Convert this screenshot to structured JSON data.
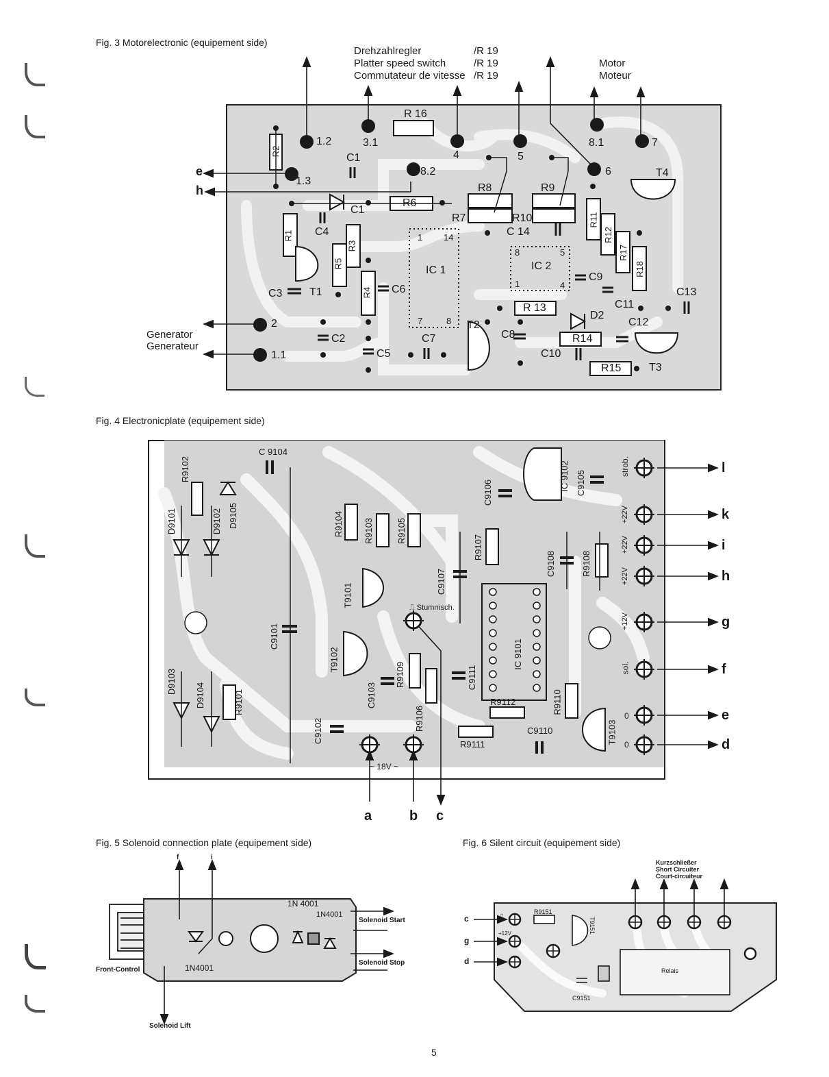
{
  "page_number": "5",
  "fig3": {
    "caption": "Fig. 3  Motorelectronic (equipement side)",
    "header_lines": [
      "Drehzahlregler",
      "Platter speed switch",
      "Commutateur de vitesse"
    ],
    "header_refs": [
      "/R 19",
      "/R 19",
      "/R 19"
    ],
    "motor_lines": [
      "Motor",
      "Moteur"
    ],
    "generator_lines": [
      "Generator",
      "Generateur"
    ],
    "left_terminals": [
      "e",
      "h"
    ],
    "pads": [
      "1.2",
      "1.3",
      "3.1",
      "8.2",
      "4",
      "5",
      "8.1",
      "7",
      "6",
      "2",
      "1.1"
    ],
    "components": [
      "R 16",
      "R2",
      "C1",
      "C1",
      "R6",
      "R8",
      "R9",
      "R7",
      "R10",
      "C 14",
      "R1",
      "C4",
      "R5",
      "R3",
      "1",
      "14",
      "IC 1",
      "8",
      "5",
      "IC 2",
      "1",
      "4",
      "R11",
      "R12",
      "R17",
      "R18",
      "T4",
      "R4",
      "C6",
      "C3",
      "T1",
      "C9",
      "C11",
      "C13",
      "R 13",
      "D2",
      "C12",
      "7",
      "8",
      "T2",
      "C2",
      "C7",
      "C8",
      "R14",
      "C5",
      "C10",
      "R15",
      "T3"
    ]
  },
  "fig4": {
    "caption": "Fig. 4  Electronicplate (equipement side)",
    "components": [
      "C 9104",
      "R9102",
      "D9101",
      "D9102",
      "D9105",
      "R9104",
      "R9103",
      "R9105",
      "C9106",
      "C9105",
      "IC 9102",
      "R9107",
      "C9108",
      "R9108",
      "T9101",
      "C9107",
      "IC 9101",
      "C9101",
      "T9102",
      "R9109",
      "C9111",
      "C9103",
      "D9103",
      "D9104",
      "R9101",
      "R9106",
      "R9112",
      "R9110",
      "T9103",
      "C9102",
      "R9111",
      "C9110"
    ],
    "pin_labels": [
      "strob.",
      "+22V",
      "+22V",
      "+22V",
      "+12V",
      "sol.",
      "0",
      "0"
    ],
    "stummsch_label": "⎍ Stummsch.",
    "ac_label": "~ 18V ~",
    "right_terminals": [
      "l",
      "k",
      "i",
      "h",
      "g",
      "f",
      "e",
      "d"
    ],
    "bottom_terminals": [
      "a",
      "b",
      "c"
    ]
  },
  "fig5": {
    "caption": "Fig. 5  Solenoid connection plate (equipement side)",
    "top_terminals": [
      "f",
      "i"
    ],
    "diodes": [
      "1N 4001",
      "1N4001",
      "1N4001"
    ],
    "outputs": [
      "Solenoid Start",
      "Solenoid Stop"
    ],
    "front_control": "Front-Control",
    "solenoid_lift": "Solenoid Lift"
  },
  "fig6": {
    "caption": "Fig. 6  Silent circuit (equipement side)",
    "short_circuiter_lines": [
      "Kurzschließer",
      "Short Circuiter",
      "Court-circuiteur"
    ],
    "left_terminals": [
      "c",
      "g",
      "d"
    ],
    "components": [
      "R9151",
      "T9151",
      "C9151",
      "Relais",
      "+12V",
      "⎍"
    ]
  }
}
